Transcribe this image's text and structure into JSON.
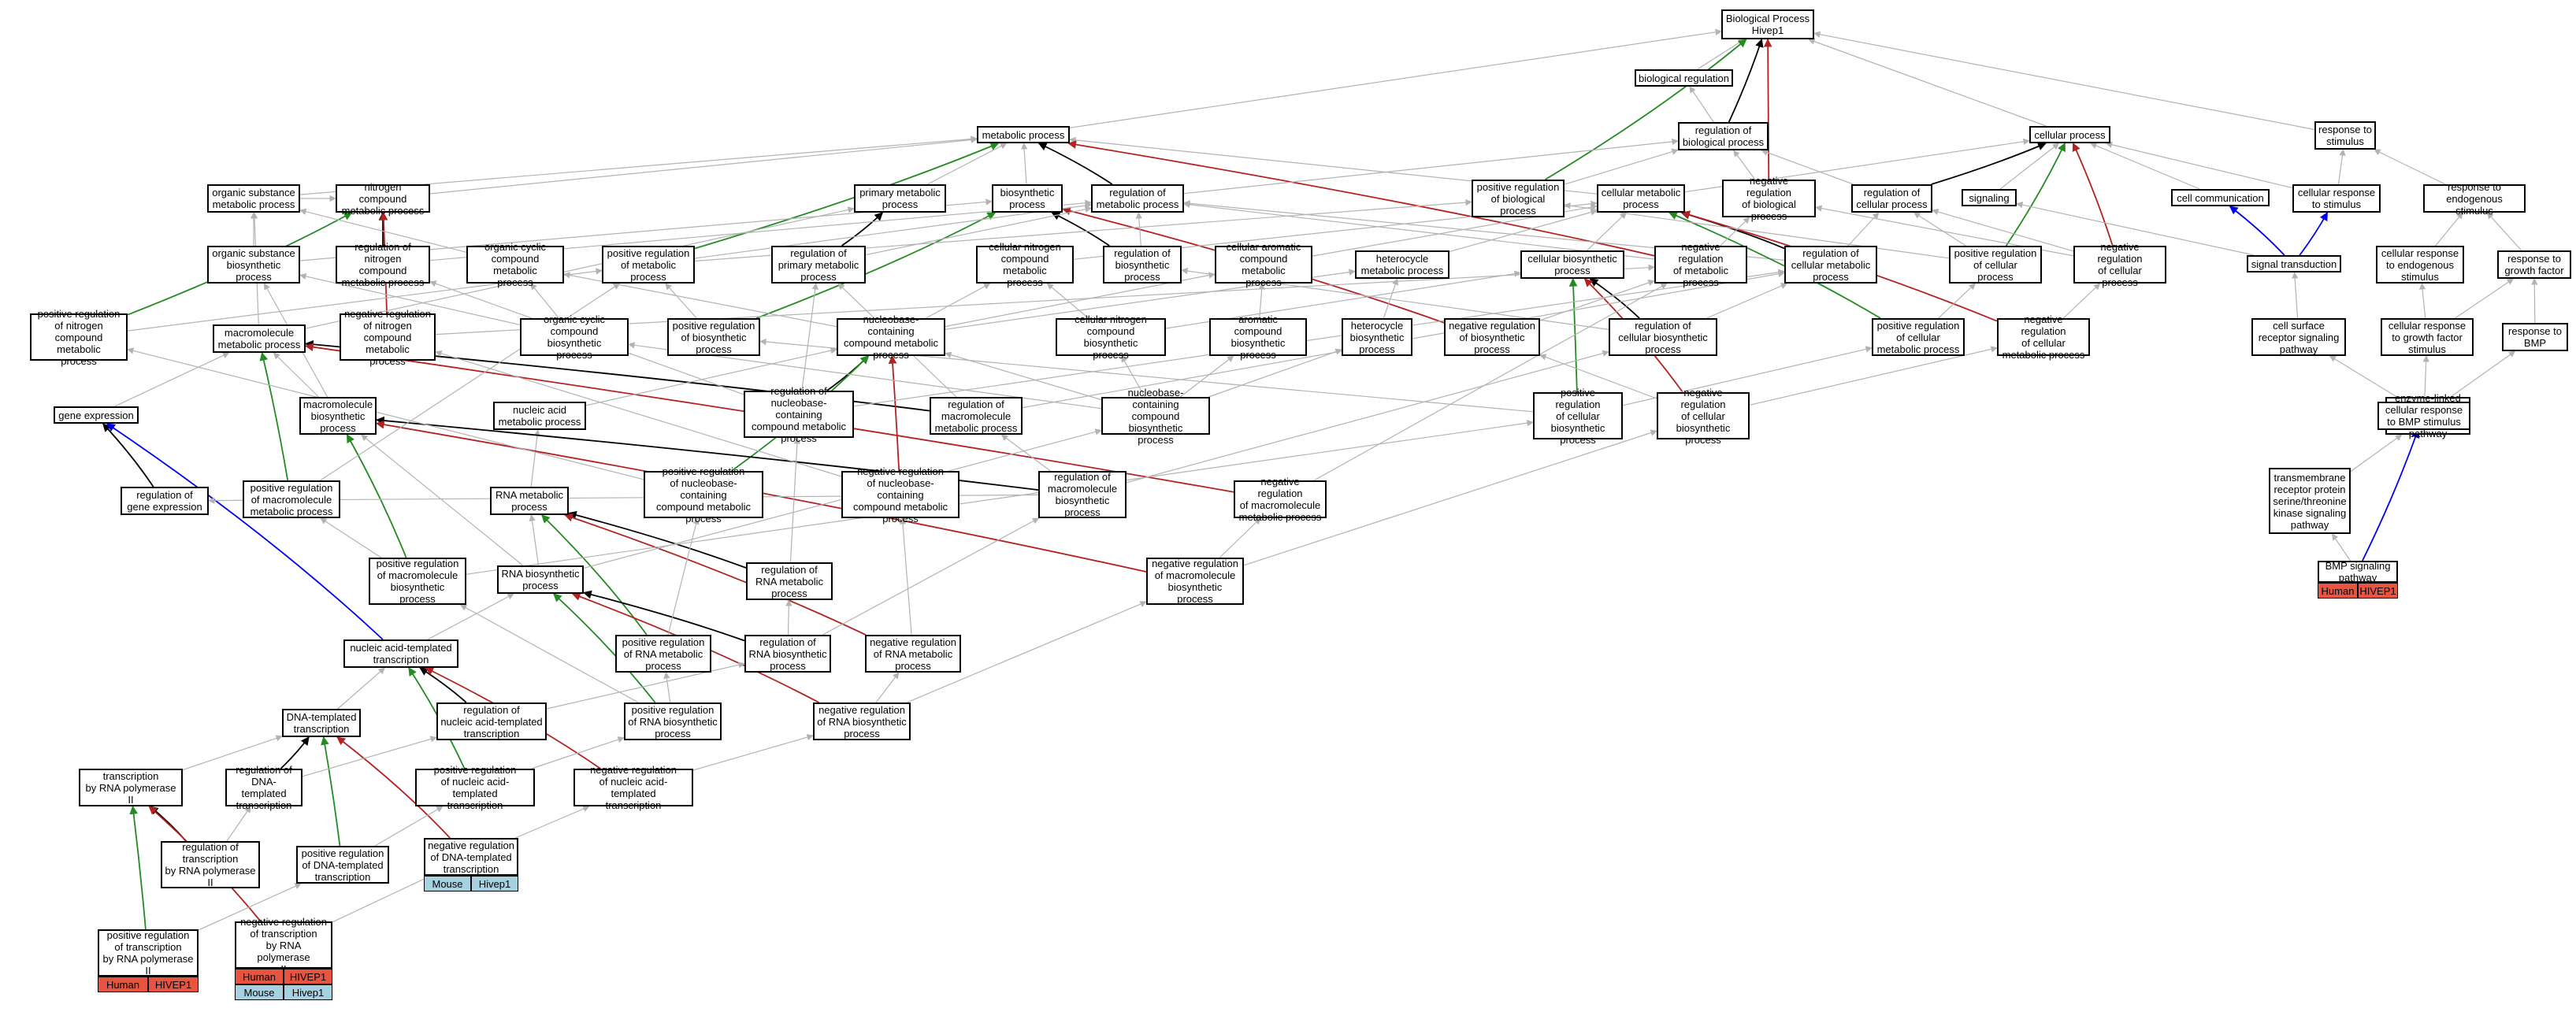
{
  "nodes": {
    "bp": "Biological Process\nHivep1",
    "bioreg": "biological regulation",
    "regbio": "regulation of\nbiological process",
    "metab": "metabolic process",
    "cellproc": "cellular process",
    "resp": "response to\nstimulus",
    "posregbio": "positive regulation\nof biological\nprocess",
    "cellmetab": "cellular metabolic\nprocess",
    "negregbio": "negative regulation\nof biological\nprocess",
    "regcellproc": "regulation of\ncellular process",
    "signaling": "signaling",
    "cellcomm": "cell communication",
    "cellresp": "cellular response\nto stimulus",
    "respendo": "response to\nendogenous stimulus",
    "orgsub": "organic substance\nmetabolic process",
    "nitrogen": "nitrogen compound\nmetabolic process",
    "primary": "primary metabolic\nprocess",
    "biosyn": "biosynthetic\nprocess",
    "regmetab": "regulation of\nmetabolic process",
    "orgsubbio": "organic substance\nbiosynthetic\nprocess",
    "regnitro": "regulation of\nnitrogen compound\nmetabolic process",
    "orgcyc": "organic cyclic\ncompound metabolic\nprocess",
    "posregmetab": "positive regulation\nof metabolic\nprocess",
    "regprim": "regulation of\nprimary metabolic\nprocess",
    "cellnitro": "cellular nitrogen\ncompound metabolic\nprocess",
    "regbiosyn": "regulation of\nbiosynthetic\nprocess",
    "cellarom": "cellular aromatic\ncompound metabolic\nprocess",
    "hetero": "heterocycle\nmetabolic process",
    "cellbiosyn": "cellular biosynthetic\nprocess",
    "negregmetab": "negative regulation\nof metabolic\nprocess",
    "regcellmetab": "regulation of\ncellular metabolic\nprocess",
    "posregcell": "positive regulation\nof cellular\nprocess",
    "negregcell": "negative regulation\nof cellular\nprocess",
    "sigtrans": "signal transduction",
    "cellrespendo": "cellular response\nto endogenous\nstimulus",
    "respgf": "response to\ngrowth factor",
    "posregnitro": "positive regulation\nof nitrogen\ncompound metabolic\nprocess",
    "macromol": "macromolecule\nmetabolic process",
    "negregnitro": "negative regulation\nof nitrogen\ncompound metabolic\nprocess",
    "orgcycbio": "organic cyclic\ncompound biosynthetic\nprocess",
    "posregbiosyn": "positive regulation\nof biosynthetic\nprocess",
    "nucleobase": "nucleobase-containing\ncompound metabolic\nprocess",
    "cellnitrobio": "cellular nitrogen\ncompound biosynthetic\nprocess",
    "arombio": "aromatic compound\nbiosynthetic\nprocess",
    "heterobio": "heterocycle\nbiosynthetic\nprocess",
    "negregbiosyn": "negative regulation\nof biosynthetic\nprocess",
    "regcellbiosyn": "regulation of\ncellular biosynthetic\nprocess",
    "posregcellmetab": "positive regulation\nof cellular\nmetabolic process",
    "negregcellmetab": "negative regulation\nof cellular\nmetabolic process",
    "cellsurf": "cell surface\nreceptor signaling\npathway",
    "cellrespgf": "cellular response\nto growth factor\nstimulus",
    "respbmp": "response to\nBMP",
    "geneexp": "gene expression",
    "macrobio": "macromolecule\nbiosynthetic\nprocess",
    "nucacid": "nucleic acid\nmetabolic process",
    "regnucleo": "regulation of\nnucleobase-containing\ncompound metabolic\nprocess",
    "regmacro": "regulation of\nmacromolecule\nmetabolic process",
    "nucleobio": "nucleobase-containing\ncompound biosynthetic\nprocess",
    "posregcellbio": "positive regulation\nof cellular\nbiosynthetic\nprocess",
    "negregcellbio": "negative regulation\nof cellular\nbiosynthetic\nprocess",
    "enzyme": "enzyme-linked\nreceptor protein\nsignaling pathway",
    "cellrespbmp": "cellular response\nto BMP stimulus",
    "reggene": "regulation of\ngene expression",
    "posregmacro": "positive regulation\nof macromolecule\nmetabolic process",
    "rnametab": "RNA metabolic\nprocess",
    "posregnucleo": "positive regulation\nof nucleobase-containing\ncompound metabolic\nprocess",
    "negregnucleo": "negative regulation\nof nucleobase-containing\ncompound metabolic\nprocess",
    "regmacrobio": "regulation of\nmacromolecule\nbiosynthetic\nprocess",
    "negregmacro": "negative regulation\nof macromolecule\nmetabolic process",
    "transmem": "transmembrane\nreceptor protein\nserine/threonine\nkinase signaling\npathway",
    "posregmacrobio": "positive regulation\nof macromolecule\nbiosynthetic\nprocess",
    "rnabio": "RNA biosynthetic\nprocess",
    "regrnametab": "regulation of\nRNA metabolic\nprocess",
    "negregmacrobio": "negative regulation\nof macromolecule\nbiosynthetic\nprocess",
    "bmp": "BMP signaling\npathway",
    "posregrnametab": "positive regulation\nof RNA metabolic\nprocess",
    "regrnabio": "regulation of\nRNA biosynthetic\nprocess",
    "negregrnametab": "negative regulation\nof RNA metabolic\nprocess",
    "nucacidtx": "nucleic acid-templated\ntranscription",
    "dnatx": "DNA-templated\ntranscription",
    "regnucacidtx": "regulation of\nnucleic acid-templated\ntranscription",
    "posregrnabio": "positive regulation\nof RNA biosynthetic\nprocess",
    "negregrnabio": "negative regulation\nof RNA biosynthetic\nprocess",
    "txpol2": "transcription\nby RNA polymerase\nII",
    "regdnatx": "regulation of\nDNA-templated\ntranscription",
    "posregnucacidtx": "positive regulation\nof nucleic acid-templated\ntranscription",
    "negregnucacidtx": "negative regulation\nof nucleic acid-templated\ntranscription",
    "regtxpol2": "regulation of\ntranscription\nby RNA polymerase\nII",
    "posregdnatx": "positive regulation\nof DNA-templated\ntranscription",
    "negregdnatx": "negative regulation\nof DNA-templated\ntranscription",
    "posregtxpol2": "positive regulation\nof transcription\nby RNA polymerase\nII",
    "negregtxpol2": "negative regulation\nof transcription\nby RNA polymerase\nII"
  },
  "tags": [
    {
      "node": "bmp",
      "species": "Human",
      "gene": "HIVEP1"
    },
    {
      "node": "negregdnatx",
      "species": "Mouse",
      "gene": "Hivep1"
    },
    {
      "node": "posregtxpol2",
      "species": "Human",
      "gene": "HIVEP1"
    },
    {
      "node": "negregtxpol2",
      "species": "Human",
      "gene": "HIVEP1"
    },
    {
      "node": "negregtxpol2",
      "species": "Mouse",
      "gene": "Hivep1"
    }
  ],
  "colors": {
    "is_a": "#b3b3b3",
    "regulates": "#000000",
    "positively_regulates": "#228b22",
    "negatively_regulates": "#b22222",
    "part_of": "#0000ee",
    "human": "#e8543f",
    "mouse": "#a6d1e0"
  },
  "edges": [
    [
      "bioreg",
      "bp",
      "g"
    ],
    [
      "metab",
      "bp",
      "g"
    ],
    [
      "cellproc",
      "bp",
      "g"
    ],
    [
      "resp",
      "bp",
      "g"
    ],
    [
      "regbio",
      "bioreg",
      "g"
    ],
    [
      "regbio",
      "bp",
      "k"
    ],
    [
      "negregbio",
      "bp",
      "r"
    ],
    [
      "posregbio",
      "bp",
      "p"
    ],
    [
      "posregbio",
      "regbio",
      "g"
    ],
    [
      "negregbio",
      "regbio",
      "g"
    ],
    [
      "orgsub",
      "metab",
      "g"
    ],
    [
      "nitrogen",
      "metab",
      "g"
    ],
    [
      "primary",
      "metab",
      "g"
    ],
    [
      "biosyn",
      "metab",
      "g"
    ],
    [
      "regmetab",
      "metab",
      "k"
    ],
    [
      "cellmetab",
      "metab",
      "g"
    ],
    [
      "negregmetab",
      "metab",
      "r"
    ],
    [
      "posregmetab",
      "metab",
      "p"
    ],
    [
      "regmetab",
      "regbio",
      "g"
    ],
    [
      "cellmetab",
      "cellproc",
      "g"
    ],
    [
      "regcellproc",
      "cellproc",
      "k"
    ],
    [
      "signaling",
      "cellproc",
      "g"
    ],
    [
      "cellcomm",
      "cellproc",
      "g"
    ],
    [
      "cellresp",
      "cellproc",
      "g"
    ],
    [
      "posregcell",
      "cellproc",
      "p"
    ],
    [
      "negregcell",
      "cellproc",
      "r"
    ],
    [
      "regcellproc",
      "regbio",
      "g"
    ],
    [
      "cellresp",
      "resp",
      "g"
    ],
    [
      "respendo",
      "resp",
      "g"
    ],
    [
      "orgsub",
      "nitrogen",
      "g"
    ],
    [
      "regnitro",
      "nitrogen",
      "k"
    ],
    [
      "posregnitro",
      "nitrogen",
      "p"
    ],
    [
      "negregnitro",
      "nitrogen",
      "r"
    ],
    [
      "regprim",
      "primary",
      "k"
    ],
    [
      "orgcyc",
      "orgsub",
      "g"
    ],
    [
      "orgsubbio",
      "orgsub",
      "g"
    ],
    [
      "orgsubbio",
      "biosyn",
      "g"
    ],
    [
      "regbiosyn",
      "biosyn",
      "k"
    ],
    [
      "posregbiosyn",
      "biosyn",
      "p"
    ],
    [
      "negregbiosyn",
      "biosyn",
      "r"
    ],
    [
      "regnitro",
      "regmetab",
      "g"
    ],
    [
      "regprim",
      "regmetab",
      "g"
    ],
    [
      "regbiosyn",
      "regmetab",
      "g"
    ],
    [
      "posregmetab",
      "regmetab",
      "g"
    ],
    [
      "negregmetab",
      "regmetab",
      "g"
    ],
    [
      "regcellmetab",
      "regmetab",
      "g"
    ],
    [
      "cellnitro",
      "cellmetab",
      "g"
    ],
    [
      "cellarom",
      "cellmetab",
      "g"
    ],
    [
      "hetero",
      "cellmetab",
      "g"
    ],
    [
      "cellbiosyn",
      "cellmetab",
      "g"
    ],
    [
      "regcellmetab",
      "cellmetab",
      "k"
    ],
    [
      "posregcellmetab",
      "cellmetab",
      "p"
    ],
    [
      "negregcellmetab",
      "cellmetab",
      "r"
    ],
    [
      "regcellmetab",
      "regcellproc",
      "g"
    ],
    [
      "posregcell",
      "regcellproc",
      "g"
    ],
    [
      "negregcell",
      "regcellproc",
      "g"
    ],
    [
      "posregcell",
      "posregbio",
      "g"
    ],
    [
      "negregcell",
      "negregbio",
      "g"
    ],
    [
      "sigtrans",
      "signaling",
      "g"
    ],
    [
      "sigtrans",
      "cellcomm",
      "k2"
    ],
    [
      "sigtrans",
      "cellresp",
      "b"
    ],
    [
      "cellrespendo",
      "respendo",
      "g"
    ],
    [
      "respgf",
      "respendo",
      "g"
    ],
    [
      "cellrespgf",
      "respgf",
      "g"
    ],
    [
      "cellrespgf",
      "cellrespendo",
      "g"
    ],
    [
      "respbmp",
      "respgf",
      "g"
    ],
    [
      "cellrespbmp",
      "respbmp",
      "g"
    ],
    [
      "cellrespbmp",
      "cellrespgf",
      "g"
    ],
    [
      "cellsurf",
      "sigtrans",
      "g"
    ],
    [
      "enzyme",
      "cellsurf",
      "g"
    ],
    [
      "transmem",
      "enzyme",
      "g"
    ],
    [
      "bmp",
      "transmem",
      "g"
    ],
    [
      "bmp",
      "cellrespbmp",
      "b"
    ],
    [
      "macromol",
      "orgsub",
      "g"
    ],
    [
      "macromol",
      "primary",
      "g"
    ],
    [
      "nucleobase",
      "orgcyc",
      "g"
    ],
    [
      "nucleobase",
      "cellnitro",
      "g"
    ],
    [
      "nucleobase",
      "cellarom",
      "g"
    ],
    [
      "nucleobase",
      "hetero",
      "g"
    ],
    [
      "cellnitrobio",
      "cellnitro",
      "g"
    ],
    [
      "cellnitrobio",
      "cellbiosyn",
      "g"
    ],
    [
      "arombio",
      "cellarom",
      "g"
    ],
    [
      "heterobio",
      "hetero",
      "g"
    ],
    [
      "orgcycbio",
      "orgcyc",
      "g"
    ],
    [
      "regcellbiosyn",
      "cellbiosyn",
      "k"
    ],
    [
      "posregcellbio",
      "cellbiosyn",
      "p"
    ],
    [
      "negregcellbio",
      "cellbiosyn",
      "r"
    ],
    [
      "regcellbiosyn",
      "regbiosyn",
      "g"
    ],
    [
      "regcellbiosyn",
      "regcellmetab",
      "g"
    ],
    [
      "posregcellmetab",
      "posregcell",
      "g"
    ],
    [
      "negregcellmetab",
      "negregcell",
      "g"
    ],
    [
      "macrobio",
      "macromol",
      "g"
    ],
    [
      "macrobio",
      "orgsubbio",
      "g"
    ],
    [
      "regmacro",
      "macromol",
      "k"
    ],
    [
      "posregmacro",
      "macromol",
      "p"
    ],
    [
      "negregmacro",
      "macromol",
      "r"
    ],
    [
      "nucacid",
      "nucleobase",
      "g"
    ],
    [
      "regnucleo",
      "nucleobase",
      "k"
    ],
    [
      "posregnucleo",
      "nucleobase",
      "p"
    ],
    [
      "negregnucleo",
      "nucleobase",
      "r"
    ],
    [
      "nucleobio",
      "nucleobase",
      "g"
    ],
    [
      "geneexp",
      "macromol",
      "g"
    ],
    [
      "reggene",
      "geneexp",
      "k"
    ],
    [
      "rnametab",
      "nucacid",
      "g"
    ],
    [
      "regmacrobio",
      "macrobio",
      "k"
    ],
    [
      "posregmacrobio",
      "macrobio",
      "p"
    ],
    [
      "negregmacrobio",
      "macrobio",
      "r"
    ],
    [
      "rnabio",
      "rnametab",
      "g"
    ],
    [
      "regrnametab",
      "rnametab",
      "k"
    ],
    [
      "posregrnametab",
      "rnametab",
      "p"
    ],
    [
      "negregrnametab",
      "rnametab",
      "r"
    ],
    [
      "rnabio",
      "macrobio",
      "g"
    ],
    [
      "regrnabio",
      "rnabio",
      "k"
    ],
    [
      "posregrnabio",
      "rnabio",
      "p"
    ],
    [
      "negregrnabio",
      "rnabio",
      "r"
    ],
    [
      "nucacidtx",
      "rnabio",
      "g"
    ],
    [
      "nucacidtx",
      "geneexp",
      "b"
    ],
    [
      "regnucacidtx",
      "nucacidtx",
      "k"
    ],
    [
      "posregnucacidtx",
      "nucacidtx",
      "p"
    ],
    [
      "negregnucacidtx",
      "nucacidtx",
      "r"
    ],
    [
      "dnatx",
      "nucacidtx",
      "g"
    ],
    [
      "regdnatx",
      "dnatx",
      "k"
    ],
    [
      "posregdnatx",
      "dnatx",
      "p"
    ],
    [
      "negregdnatx",
      "dnatx",
      "r"
    ],
    [
      "txpol2",
      "dnatx",
      "g"
    ],
    [
      "regtxpol2",
      "txpol2",
      "k"
    ],
    [
      "posregtxpol2",
      "txpol2",
      "p"
    ],
    [
      "negregtxpol2",
      "txpol2",
      "r"
    ],
    [
      "regtxpol2",
      "regdnatx",
      "g"
    ],
    [
      "posregtxpol2",
      "posregdnatx",
      "g"
    ],
    [
      "negregtxpol2",
      "negregdnatx",
      "g"
    ],
    [
      "regdnatx",
      "regnucacidtx",
      "g"
    ],
    [
      "posregdnatx",
      "posregnucacidtx",
      "g"
    ],
    [
      "negregdnatx",
      "negregnucacidtx",
      "g"
    ],
    [
      "regnucacidtx",
      "regrnabio",
      "g"
    ],
    [
      "posregnucacidtx",
      "posregrnabio",
      "g"
    ],
    [
      "negregnucacidtx",
      "negregrnabio",
      "g"
    ],
    [
      "regrnabio",
      "regrnametab",
      "g"
    ],
    [
      "posregrnabio",
      "posregrnametab",
      "g"
    ],
    [
      "negregrnabio",
      "negregrnametab",
      "g"
    ],
    [
      "regrnametab",
      "regnucleo",
      "g"
    ],
    [
      "posregrnametab",
      "posregnucleo",
      "g"
    ],
    [
      "negregrnametab",
      "negregnucleo",
      "g"
    ],
    [
      "regrnabio",
      "regmacrobio",
      "g"
    ],
    [
      "posregrnabio",
      "posregmacrobio",
      "g"
    ],
    [
      "negregrnabio",
      "negregmacrobio",
      "g"
    ],
    [
      "regmacrobio",
      "regmacro",
      "g"
    ],
    [
      "regmacrobio",
      "reggene",
      "g"
    ],
    [
      "regmacrobio",
      "regcellbiosyn",
      "g"
    ],
    [
      "posregmacrobio",
      "posregmacro",
      "g"
    ],
    [
      "negregmacrobio",
      "negregmacro",
      "g"
    ],
    [
      "posregmacrobio",
      "posregcellbio",
      "g"
    ],
    [
      "negregmacrobio",
      "negregcellbio",
      "g"
    ],
    [
      "regnucleo",
      "regprim",
      "g"
    ],
    [
      "regnucleo",
      "regnitro",
      "g"
    ],
    [
      "regnucleo",
      "regcellmetab",
      "g"
    ],
    [
      "posregnucleo",
      "posregnitro",
      "g"
    ],
    [
      "negregnucleo",
      "negregnitro",
      "g"
    ],
    [
      "regmacro",
      "regprim",
      "g"
    ],
    [
      "regmacro",
      "regcellmetab",
      "g"
    ],
    [
      "posregmacro",
      "posregmetab",
      "g"
    ],
    [
      "negregmacro",
      "negregmetab",
      "g"
    ],
    [
      "posregcellbio",
      "posregbiosyn",
      "g"
    ],
    [
      "negregcellbio",
      "negregbiosyn",
      "g"
    ],
    [
      "posregcellbio",
      "posregcellmetab",
      "g"
    ],
    [
      "negregcellbio",
      "negregcellmetab",
      "g"
    ],
    [
      "posregbiosyn",
      "posregmetab",
      "g"
    ],
    [
      "negregbiosyn",
      "negregmetab",
      "g"
    ],
    [
      "posregmetab",
      "posregbio",
      "g"
    ],
    [
      "negregmetab",
      "negregbio",
      "g"
    ],
    [
      "posregnitro",
      "posregmetab",
      "g"
    ],
    [
      "negregnitro",
      "negregmetab",
      "g"
    ],
    [
      "orgcycbio",
      "orgsubbio",
      "g"
    ],
    [
      "nucleobio",
      "orgcycbio",
      "g"
    ],
    [
      "nucleobio",
      "cellnitrobio",
      "g"
    ],
    [
      "nucleobio",
      "arombio",
      "g"
    ],
    [
      "nucleobio",
      "heterobio",
      "g"
    ],
    [
      "rnabio",
      "nucleobio",
      "g"
    ]
  ]
}
